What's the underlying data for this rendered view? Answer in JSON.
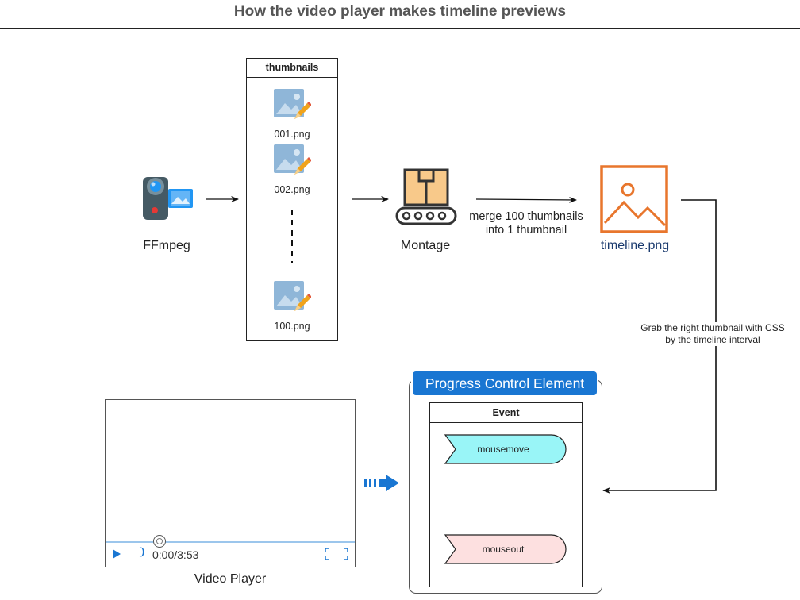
{
  "title": "How the video player makes timeline previews",
  "ffmpeg": {
    "label": "FFmpeg",
    "icon": "video-camera-icon"
  },
  "thumbnails": {
    "header": "thumbnails",
    "items": [
      {
        "label": "001.png",
        "icon": "image-edit-icon"
      },
      {
        "label": "002.png",
        "icon": "image-edit-icon"
      },
      {
        "label": "100.png",
        "icon": "image-edit-icon"
      }
    ]
  },
  "montage": {
    "label": "Montage",
    "icon": "conveyor-box-icon"
  },
  "merge_text": {
    "line1": "merge 100 thumbnails",
    "line2": "into 1 thumbnail"
  },
  "timeline": {
    "label": "timeline.png",
    "icon": "image-icon"
  },
  "grab_text": {
    "line1": "Grab the right thumbnail with CSS",
    "line2": "by the timeline interval"
  },
  "pce": {
    "header": "Progress Control Element",
    "event_header": "Event",
    "events": [
      "mousemove",
      "mouseout"
    ]
  },
  "player": {
    "time": "0:00/3:53",
    "label": "Video Player"
  },
  "colors": {
    "accent": "#1976d2",
    "mousemove": "#99f5f7",
    "mouseout": "#fde0e0",
    "timeline_icon": "#e8762d"
  }
}
